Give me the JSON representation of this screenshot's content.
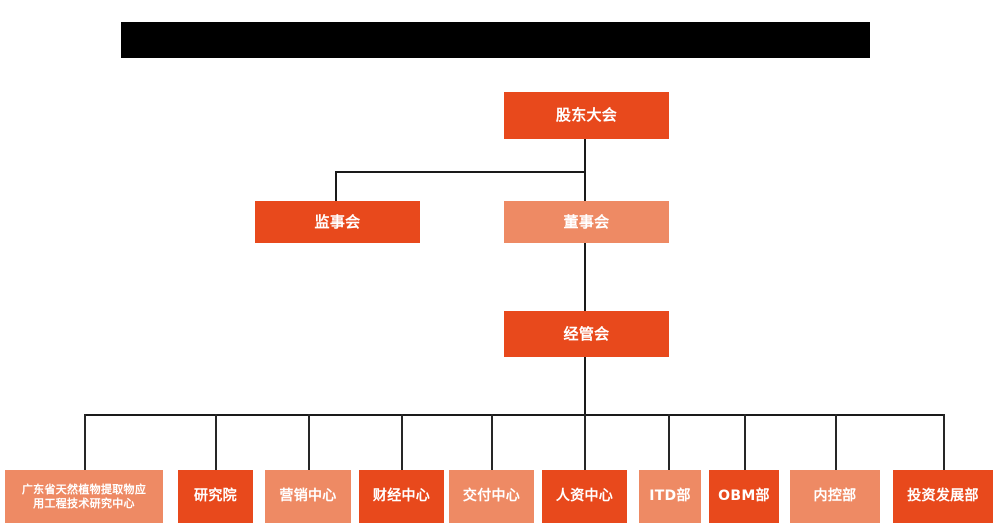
{
  "banner": {
    "name": "redacted-title-bar",
    "text": "",
    "color": "#000000"
  },
  "palette": {
    "vivid_orange": "#E8491C",
    "light_salmon": "#EE8A64",
    "line": "#1A1A1A",
    "background": "#FFFFFF",
    "text": "#FFFFFF"
  },
  "chart_data": {
    "type": "diagram",
    "title": "",
    "nodes": [
      {
        "id": "shareholders",
        "label": "股东大会",
        "level": 0,
        "tone": "vivid"
      },
      {
        "id": "supervisors",
        "label": "监事会",
        "level": 1,
        "tone": "vivid"
      },
      {
        "id": "directors",
        "label": "董事会",
        "level": 1,
        "tone": "light"
      },
      {
        "id": "management",
        "label": "经管会",
        "level": 2,
        "tone": "vivid"
      },
      {
        "id": "dept-1",
        "label": "广东省天然植物提取物应用工程技术研究中心",
        "level": 3,
        "tone": "light"
      },
      {
        "id": "dept-2",
        "label": "研究院",
        "level": 3,
        "tone": "vivid"
      },
      {
        "id": "dept-3",
        "label": "营销中心",
        "level": 3,
        "tone": "light"
      },
      {
        "id": "dept-4",
        "label": "财经中心",
        "level": 3,
        "tone": "vivid"
      },
      {
        "id": "dept-5",
        "label": "交付中心",
        "level": 3,
        "tone": "light"
      },
      {
        "id": "dept-6",
        "label": "人资中心",
        "level": 3,
        "tone": "vivid"
      },
      {
        "id": "dept-7",
        "label": "ITD部",
        "level": 3,
        "tone": "light"
      },
      {
        "id": "dept-8",
        "label": "OBM部",
        "level": 3,
        "tone": "vivid"
      },
      {
        "id": "dept-9",
        "label": "内控部",
        "level": 3,
        "tone": "light"
      },
      {
        "id": "dept-10",
        "label": "投资发展部",
        "level": 3,
        "tone": "vivid"
      }
    ],
    "edges": [
      {
        "from": "shareholders",
        "to": "supervisors"
      },
      {
        "from": "shareholders",
        "to": "directors"
      },
      {
        "from": "directors",
        "to": "management"
      },
      {
        "from": "management",
        "to": "dept-1"
      },
      {
        "from": "management",
        "to": "dept-2"
      },
      {
        "from": "management",
        "to": "dept-3"
      },
      {
        "from": "management",
        "to": "dept-4"
      },
      {
        "from": "management",
        "to": "dept-5"
      },
      {
        "from": "management",
        "to": "dept-6"
      },
      {
        "from": "management",
        "to": "dept-7"
      },
      {
        "from": "management",
        "to": "dept-8"
      },
      {
        "from": "management",
        "to": "dept-9"
      },
      {
        "from": "management",
        "to": "dept-10"
      }
    ]
  },
  "nodes": {
    "shareholders": {
      "label": "股东大会"
    },
    "supervisors": {
      "label": "监事会"
    },
    "directors": {
      "label": "董事会"
    },
    "management": {
      "label": "经管会"
    },
    "dept1": {
      "line1": "广东省天然植物提取物应",
      "line2": "用工程技术研究中心"
    },
    "dept2": {
      "label": "研究院"
    },
    "dept3": {
      "label": "营销中心"
    },
    "dept4": {
      "label": "财经中心"
    },
    "dept5": {
      "label": "交付中心"
    },
    "dept6": {
      "label": "人资中心"
    },
    "dept7": {
      "label": "ITD部"
    },
    "dept8": {
      "label": "OBM部"
    },
    "dept9": {
      "label": "内控部"
    },
    "dept10": {
      "label": "投资发展部"
    }
  }
}
